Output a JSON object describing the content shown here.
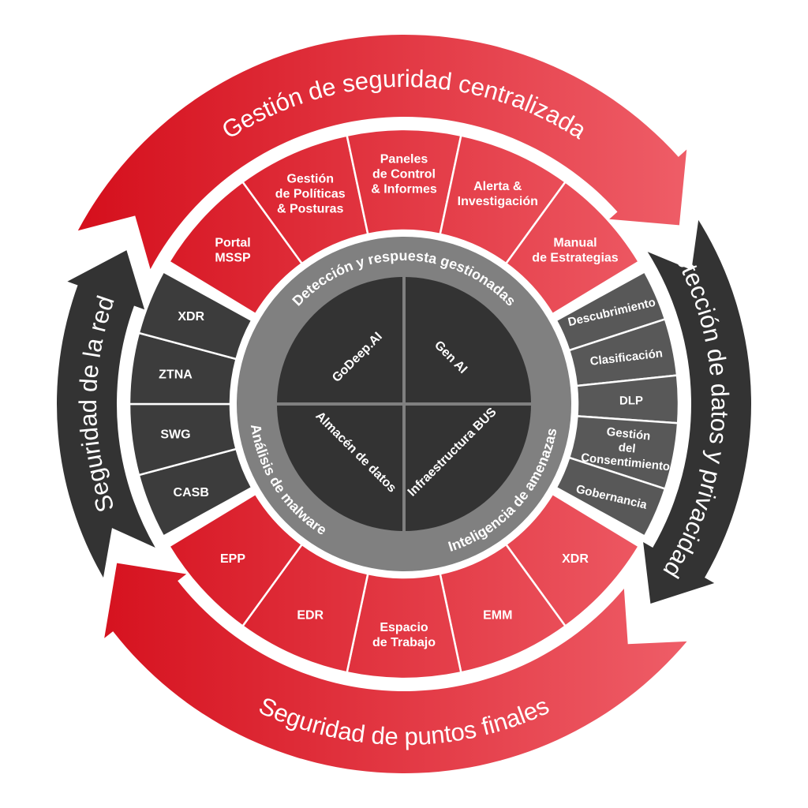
{
  "colors": {
    "red_start": "#d50f1c",
    "red_end": "#f0626c",
    "dark_band": "#333333",
    "left_segments": "#3c3c3c",
    "right_segments": "#585858",
    "gray_ring": "#808080",
    "core": "#333333"
  },
  "outer_bands": {
    "top": "Gestión de seguridad centralizada",
    "right": "Protección de datos y privacidad",
    "bottom": "Seguridad de puntos finales",
    "left": "Seguridad de la red"
  },
  "segments": {
    "top": [
      {
        "lines": [
          "Portal",
          "MSSP"
        ]
      },
      {
        "lines": [
          "Gestión",
          "de Políticas",
          "& Posturas"
        ]
      },
      {
        "lines": [
          "Paneles",
          "de Control",
          "& Informes"
        ]
      },
      {
        "lines": [
          "Alerta &",
          "Investigación"
        ]
      },
      {
        "lines": [
          "Manual",
          "de Estrategias"
        ]
      }
    ],
    "right": [
      {
        "lines": [
          "Descubrimiento"
        ]
      },
      {
        "lines": [
          "Clasificación"
        ]
      },
      {
        "lines": [
          "DLP"
        ]
      },
      {
        "lines": [
          "Gestión",
          "del",
          "Consentimiento"
        ]
      },
      {
        "lines": [
          "Gobernancia"
        ]
      }
    ],
    "bottom": [
      {
        "lines": [
          "XDR"
        ]
      },
      {
        "lines": [
          "EMM"
        ]
      },
      {
        "lines": [
          "Espacio",
          "de Trabajo"
        ]
      },
      {
        "lines": [
          "EDR"
        ]
      },
      {
        "lines": [
          "EPP"
        ]
      }
    ],
    "left": [
      {
        "lines": [
          "CASB"
        ]
      },
      {
        "lines": [
          "SWG"
        ]
      },
      {
        "lines": [
          "ZTNA"
        ]
      },
      {
        "lines": [
          "XDR"
        ]
      }
    ]
  },
  "ring": {
    "top": "Detección y respuesta gestionadas",
    "bottom_right": "Inteligencia de amenazas",
    "bottom_left": "Análisis de malware"
  },
  "core": {
    "top_left": "GoDeep.AI",
    "top_right": "Gen AI",
    "bottom_left": "Almacén de datos",
    "bottom_right": "Infraestructura BUS"
  }
}
